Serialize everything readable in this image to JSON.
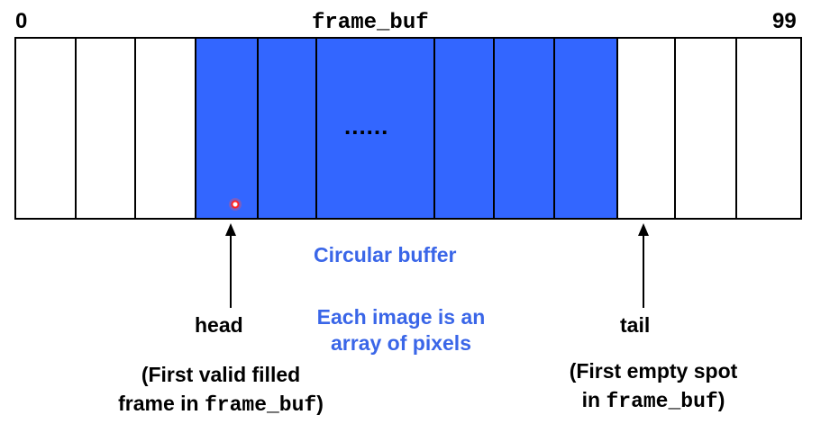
{
  "buffer": {
    "title": "frame_buf",
    "start_index": "0",
    "end_index": "99",
    "ellipsis": "......",
    "fill_color": "#3366ff",
    "filled_cells": [
      3,
      4,
      5,
      6,
      7,
      8
    ]
  },
  "caption": "Circular buffer",
  "pixels_note": {
    "line1": "Each image is an",
    "line2": "array of pixels"
  },
  "head": {
    "label": "head",
    "desc_line1": "(First valid filled",
    "desc_line2_pre": "frame in ",
    "desc_line2_code": "frame_buf",
    "desc_line2_post": ")"
  },
  "tail": {
    "label": "tail",
    "desc_line1": "(First empty spot",
    "desc_line2_pre": "in ",
    "desc_line2_code": "frame_buf",
    "desc_line2_post": ")"
  }
}
